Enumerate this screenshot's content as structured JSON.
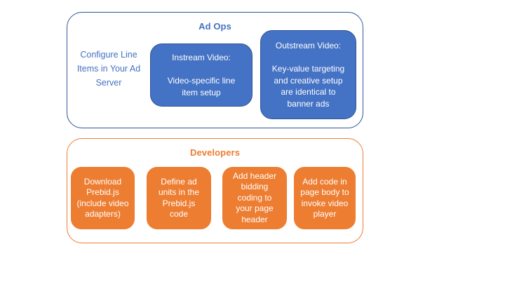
{
  "diagram": {
    "colors": {
      "blue_fill": "#4472C4",
      "blue_border": "#2F5597",
      "blue_text": "#4472C4",
      "orange_fill": "#ED7D31",
      "orange_text": "#ED7D31",
      "box_text": "#FFFFFF",
      "background": "#FFFFFF"
    },
    "ad_ops": {
      "title": "Ad Ops",
      "note": "Configure Line\nItems in Your Ad\nServer",
      "instream": "Instream Video:\n\nVideo-specific line\nitem setup",
      "outstream": "Outstream Video:\n\nKey-value targeting\nand creative setup\nare identical to\nbanner ads"
    },
    "developers": {
      "title": "Developers",
      "steps": [
        "Download\nPrebid.js\n(include video\nadapters)",
        "Define ad\nunits in the\nPrebid.js\ncode",
        "Add header\nbidding\ncoding to\nyour page\nheader",
        "Add code in\npage body to\ninvoke video\nplayer"
      ]
    }
  }
}
